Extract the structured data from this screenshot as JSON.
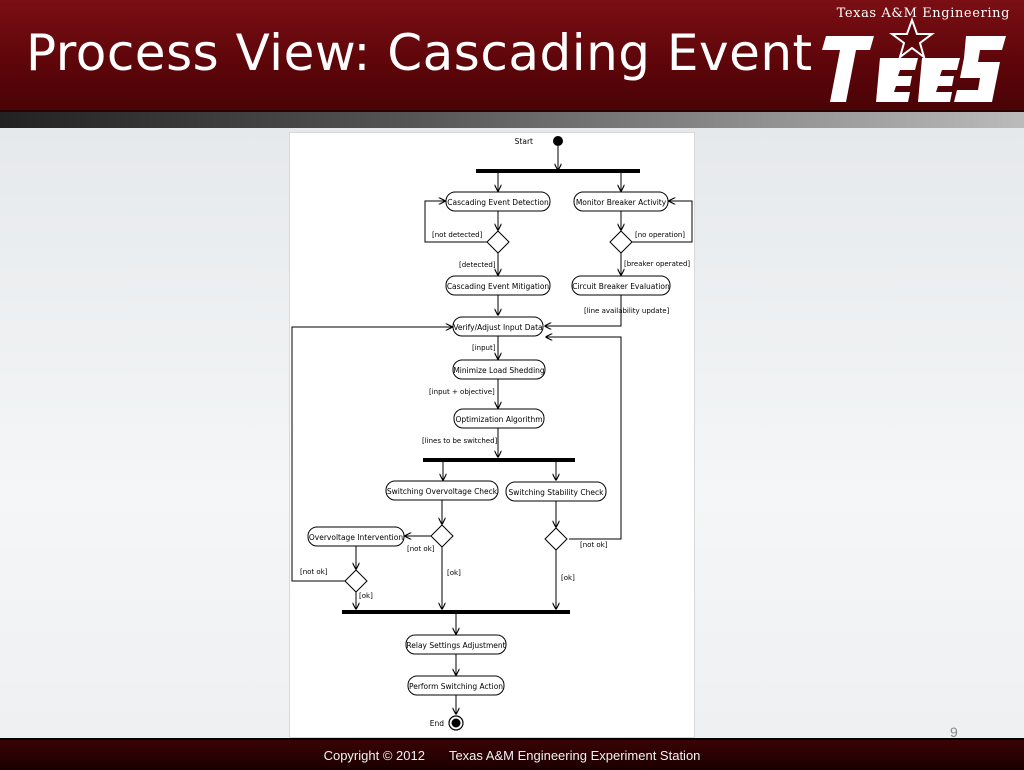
{
  "header": {
    "title": "Process View: Cascading Event",
    "logo_caption": "Texas A&M Engineering",
    "logo_mark": "TEES"
  },
  "diagram": {
    "start_label": "Start",
    "end_label": "End",
    "actions": {
      "cascading_event_detection": "Cascading Event Detection",
      "monitor_breaker_activity": "Monitor Breaker Activity",
      "cascading_event_mitigation": "Cascading Event Mitigation",
      "circuit_breaker_evaluation": "Circuit Breaker Evaluation",
      "verify_adjust_input_data": "Verify/Adjust Input Data",
      "minimize_load_shedding": "Minimize Load Shedding",
      "optimization_algorithm": "Optimization Algorithm",
      "switching_overvoltage_check": "Switching Overvoltage Check",
      "switching_stability_check": "Switching Stability Check",
      "overvoltage_intervention": "Overvoltage Intervention",
      "relay_settings_adjustment": "Relay Settings Adjustment",
      "perform_switching_action": "Perform Switching Action"
    },
    "guards": {
      "not_detected": "[not detected]",
      "detected": "[detected]",
      "no_operation": "[no operation]",
      "breaker_operated": "[breaker operated]",
      "line_availability_update": "[line availability update]",
      "input": "[input]",
      "input_objective": "[input + objective]",
      "lines_to_be_switched": "[lines to be switched]",
      "not_ok_overvoltage": "[not ok]",
      "ok_overvoltage": "[ok]",
      "not_ok_stability": "[not ok]",
      "ok_stability": "[ok]",
      "not_ok_intervention": "[not ok]",
      "ok_intervention": "[ok]"
    }
  },
  "page_number": "9",
  "footer": {
    "copyright": "Copyright © 2012",
    "organization": "Texas A&M Engineering Experiment Station"
  },
  "colors": {
    "header_maroon": "#5c0509",
    "footer_dark": "#2a0204"
  }
}
